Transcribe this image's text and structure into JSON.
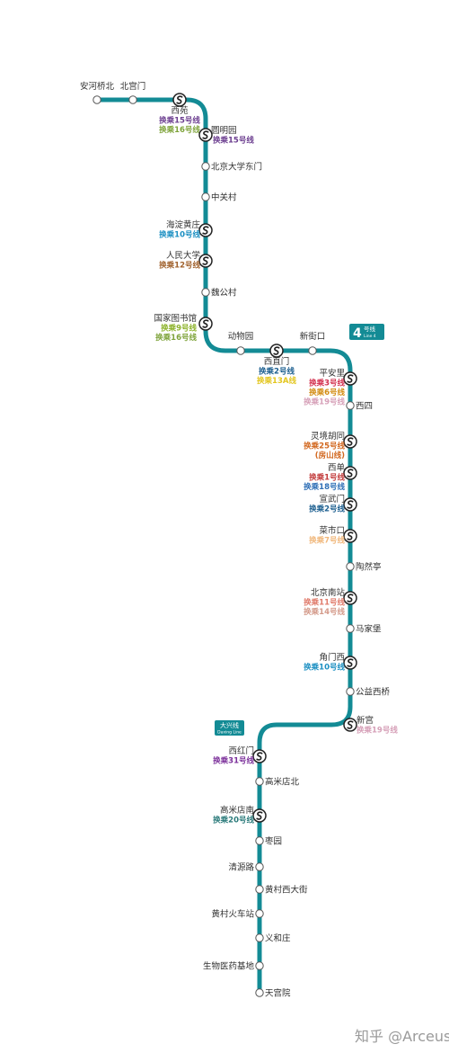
{
  "line": {
    "color": "#138b95",
    "badge": {
      "number": "4",
      "name": "号线",
      "english": "Line 4"
    }
  },
  "branch_badge": {
    "name": "大兴线",
    "english": "Daxing Line"
  },
  "transfer_colors": {
    "line15": "#6b3d8f",
    "line16": "#7ea33a",
    "line10": "#1b8fc2",
    "line12": "#a0612c",
    "line9": "#8cb22a",
    "line2": "#1b5e8f",
    "line13A": "#e3c61f",
    "line3": "#d32f4e",
    "line6": "#d28b10",
    "line19": "#d6a0b8",
    "line25": "#d2671e",
    "line1": "#c23a3a",
    "line18": "#2f6fb6",
    "line7": "#f0b77b",
    "line11": "#e07a6a",
    "line14": "#d49a8a",
    "line31": "#7b2f9a",
    "line20": "#2a7a7a"
  },
  "stations": [
    {
      "id": "anheqiaobei",
      "name": "安河桥北",
      "interchange": false,
      "transfers": []
    },
    {
      "id": "beigongmen",
      "name": "北宫门",
      "interchange": false,
      "transfers": []
    },
    {
      "id": "xiyuan",
      "name": "西苑",
      "interchange": true,
      "transfers": [
        {
          "text": "换乘15号线",
          "color": "#6b3d8f"
        },
        {
          "text": "换乘16号线",
          "color": "#7ea33a"
        }
      ]
    },
    {
      "id": "yuanmingyuan",
      "name": "圆明园",
      "interchange": true,
      "transfers": [
        {
          "text": "换乘15号线",
          "color": "#6b3d8f"
        }
      ]
    },
    {
      "id": "pkueast",
      "name": "北京大学东门",
      "interchange": false,
      "transfers": []
    },
    {
      "id": "zhongguancun",
      "name": "中关村",
      "interchange": false,
      "transfers": []
    },
    {
      "id": "haidianhuangzhuang",
      "name": "海淀黄庄",
      "interchange": true,
      "transfers": [
        {
          "text": "换乘10号线",
          "color": "#1b8fc2"
        }
      ]
    },
    {
      "id": "renmindaxue",
      "name": "人民大学",
      "interchange": true,
      "transfers": [
        {
          "text": "换乘12号线",
          "color": "#a0612c"
        }
      ]
    },
    {
      "id": "weigongcun",
      "name": "魏公村",
      "interchange": false,
      "transfers": []
    },
    {
      "id": "guojiatushuguan",
      "name": "国家图书馆",
      "interchange": true,
      "transfers": [
        {
          "text": "换乘9号线",
          "color": "#8cb22a"
        },
        {
          "text": "换乘16号线",
          "color": "#7ea33a"
        }
      ]
    },
    {
      "id": "dongwuyuan",
      "name": "动物园",
      "interchange": false,
      "transfers": []
    },
    {
      "id": "xizhimen",
      "name": "西直门",
      "interchange": true,
      "transfers": [
        {
          "text": "换乘2号线",
          "color": "#1b5e8f"
        },
        {
          "text": "换乘13A线",
          "color": "#e3c61f"
        }
      ]
    },
    {
      "id": "xinjiekou",
      "name": "新街口",
      "interchange": false,
      "transfers": []
    },
    {
      "id": "pinganli",
      "name": "平安里",
      "interchange": true,
      "transfers": [
        {
          "text": "换乘3号线",
          "color": "#d32f4e"
        },
        {
          "text": "换乘6号线",
          "color": "#d28b10"
        },
        {
          "text": "换乘19号线",
          "color": "#d6a0b8"
        }
      ]
    },
    {
      "id": "xisi",
      "name": "西四",
      "interchange": false,
      "transfers": []
    },
    {
      "id": "lingjinghutong",
      "name": "灵境胡同",
      "interchange": true,
      "transfers": [
        {
          "text": "换乘25号线",
          "color": "#d2671e"
        },
        {
          "text": "(房山线)",
          "color": "#d2671e"
        }
      ]
    },
    {
      "id": "xidan",
      "name": "西单",
      "interchange": true,
      "transfers": [
        {
          "text": "换乘1号线",
          "color": "#c23a3a"
        },
        {
          "text": "换乘18号线",
          "color": "#2f6fb6"
        }
      ]
    },
    {
      "id": "xuanwumen",
      "name": "宣武门",
      "interchange": true,
      "transfers": [
        {
          "text": "换乘2号线",
          "color": "#1b5e8f"
        }
      ]
    },
    {
      "id": "caishikou",
      "name": "菜市口",
      "interchange": true,
      "transfers": [
        {
          "text": "换乘7号线",
          "color": "#f0b77b"
        }
      ]
    },
    {
      "id": "taoranting",
      "name": "陶然亭",
      "interchange": false,
      "transfers": []
    },
    {
      "id": "beijingnan",
      "name": "北京南站",
      "interchange": true,
      "transfers": [
        {
          "text": "换乘11号线",
          "color": "#e07a6a"
        },
        {
          "text": "换乘14号线",
          "color": "#d49a8a"
        }
      ]
    },
    {
      "id": "majiapu",
      "name": "马家堡",
      "interchange": false,
      "transfers": []
    },
    {
      "id": "jiaomenxi",
      "name": "角门西",
      "interchange": true,
      "transfers": [
        {
          "text": "换乘10号线",
          "color": "#1b8fc2"
        }
      ]
    },
    {
      "id": "gongyixiqiao",
      "name": "公益西桥",
      "interchange": false,
      "transfers": []
    },
    {
      "id": "xingong",
      "name": "新宫",
      "interchange": true,
      "transfers": [
        {
          "text": "换乘19号线",
          "color": "#d6a0b8"
        }
      ]
    },
    {
      "id": "xihongmen",
      "name": "西红门",
      "interchange": true,
      "transfers": [
        {
          "text": "换乘31号线",
          "color": "#7b2f9a"
        }
      ]
    },
    {
      "id": "gaomidianbei",
      "name": "高米店北",
      "interchange": false,
      "transfers": []
    },
    {
      "id": "gaomidiannan",
      "name": "高米店南",
      "interchange": true,
      "transfers": [
        {
          "text": "换乘20号线",
          "color": "#2a7a7a"
        }
      ]
    },
    {
      "id": "zaoyuan",
      "name": "枣园",
      "interchange": false,
      "transfers": []
    },
    {
      "id": "qingyuanlu",
      "name": "清源路",
      "interchange": false,
      "transfers": []
    },
    {
      "id": "huangcunxidajie",
      "name": "黄村西大街",
      "interchange": false,
      "transfers": []
    },
    {
      "id": "huangcunhuochezhan",
      "name": "黄村火车站",
      "interchange": false,
      "transfers": []
    },
    {
      "id": "yihezhuang",
      "name": "义和庄",
      "interchange": false,
      "transfers": []
    },
    {
      "id": "shengwuyiyaojidi",
      "name": "生物医药基地",
      "interchange": false,
      "transfers": []
    },
    {
      "id": "tiangongyuan",
      "name": "天宫院",
      "interchange": false,
      "transfers": []
    }
  ],
  "watermark": "知乎 @Arceus"
}
